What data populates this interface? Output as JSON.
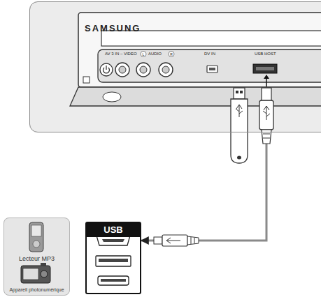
{
  "diagram": {
    "nodes": [
      {
        "text": [
          "SAMSUNG"
        ]
      },
      {
        "text": [
          "Lecteur MP3",
          "Appareil photonumérique"
        ]
      },
      {
        "text": [
          "USB"
        ]
      }
    ],
    "edges": [
      {
        "from": 0,
        "to": 2,
        "arrow": "to"
      }
    ],
    "labels": [
      "AV 3 IN – VIDEO",
      "L",
      "AUDIO",
      "R",
      "DV IN",
      "USB HOST"
    ]
  }
}
